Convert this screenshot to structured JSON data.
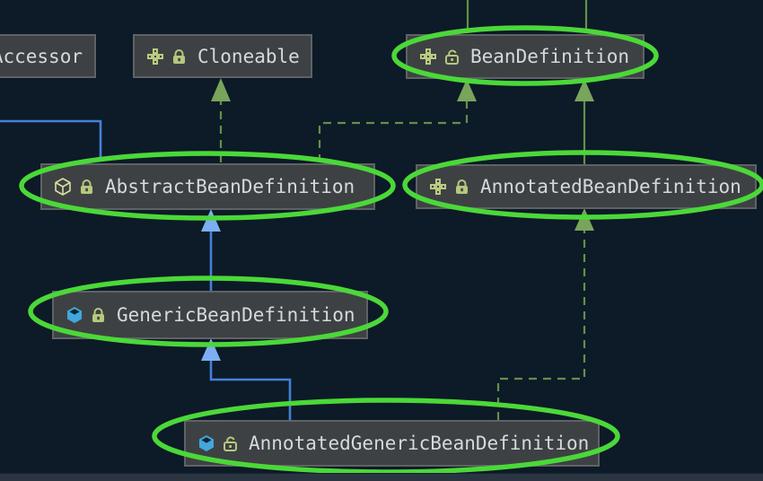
{
  "window": {
    "background_color": "#0d1a27",
    "bottom_bar_color": "#2b3542"
  },
  "diagram": {
    "highlight_color": "#4bd839",
    "colors": {
      "node_background": "#3e4143",
      "node_border": "#5f6264",
      "node_text": "#d6d9dc",
      "interface_edge_green": "#639048",
      "class_edge_blue": "#4580da",
      "interface_icon_green": "#b9cc80",
      "class_icon_blue": "#41a7de",
      "abstract_icon_outline": "#d9e0a0"
    },
    "nodes": [
      {
        "id": "accessor",
        "label": "Accessor",
        "type": "interface",
        "circled": false
      },
      {
        "id": "cloneable",
        "label": "Cloneable",
        "type": "interface",
        "icon": "interface-icon",
        "lock": "closed",
        "circled": false
      },
      {
        "id": "bean-definition",
        "label": "BeanDefinition",
        "type": "interface",
        "icon": "interface-icon",
        "lock": "open",
        "circled": true
      },
      {
        "id": "abstract-bean-definition",
        "label": "AbstractBeanDefinition",
        "type": "abstract-class",
        "icon": "abstract-class-icon",
        "lock": "closed",
        "circled": true
      },
      {
        "id": "annotated-bean-definition",
        "label": "AnnotatedBeanDefinition",
        "type": "interface",
        "icon": "interface-icon",
        "lock": "closed",
        "circled": true
      },
      {
        "id": "generic-bean-definition",
        "label": "GenericBeanDefinition",
        "type": "class",
        "icon": "class-icon",
        "lock": "closed",
        "circled": true
      },
      {
        "id": "annotated-generic-bean-definition",
        "label": "AnnotatedGenericBeanDefinition",
        "type": "class",
        "icon": "class-icon",
        "lock": "open",
        "circled": true
      }
    ],
    "edges": [
      {
        "from": "AbstractBeanDefinition",
        "to": "Cloneable",
        "relation": "implements",
        "style": "dashed-green"
      },
      {
        "from": "AbstractBeanDefinition",
        "to": "BeanDefinition",
        "relation": "implements",
        "style": "dashed-green"
      },
      {
        "from": "AnnotatedBeanDefinition",
        "to": "BeanDefinition",
        "relation": "extends",
        "style": "solid-green"
      },
      {
        "from": "GenericBeanDefinition",
        "to": "AbstractBeanDefinition",
        "relation": "extends",
        "style": "solid-blue"
      },
      {
        "from": "AnnotatedGenericBeanDefinition",
        "to": "GenericBeanDefinition",
        "relation": "extends",
        "style": "solid-blue"
      },
      {
        "from": "AnnotatedGenericBeanDefinition",
        "to": "AnnotatedBeanDefinition",
        "relation": "implements",
        "style": "dashed-green"
      },
      {
        "from": "BeanDefinition",
        "to": "off-screen-top",
        "relation": "extends",
        "style": "solid-green"
      },
      {
        "from": "off-screen-left",
        "to": "AbstractBeanDefinition",
        "relation": "extends",
        "style": "solid-blue"
      }
    ]
  }
}
